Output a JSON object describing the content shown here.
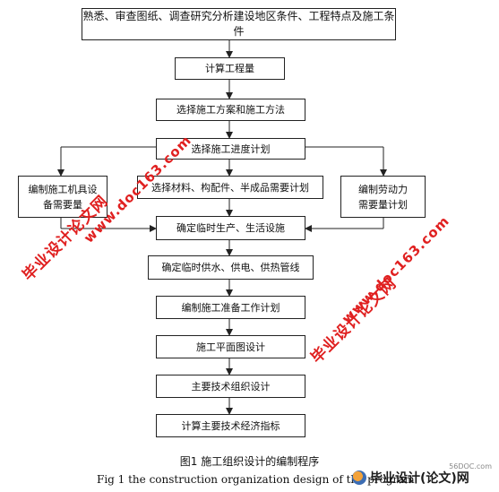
{
  "flowchart": {
    "steps": [
      "熟悉、审查图纸、调查研究分析建设地区条件、工程特点及施工条件",
      "计算工程量",
      "选择施工方案和施工方法",
      "选择施工进度计划",
      "编制施工机具设\n备需要量",
      "选择材料、构配件、半成品需要计划",
      "编制劳动力\n需要量计划",
      "确定临时生产、生活设施",
      "确定临时供水、供电、供热管线",
      "编制施工准备工作计划",
      "施工平面图设计",
      "主要技术组织设计",
      "计算主要技术经济指标"
    ]
  },
  "watermarks": {
    "left_cn": "毕业设计论文网",
    "left_url": "www.doc163.com",
    "right_cn": "毕业设计论文网",
    "right_url": "www.doc163.com"
  },
  "caption": {
    "cn": "图1  施工组织设计的编制程序",
    "en": "Fig 1    the construction organization design of the program"
  },
  "logo": {
    "text": "毕业设计(论文)网",
    "url": "56DOC.com"
  }
}
